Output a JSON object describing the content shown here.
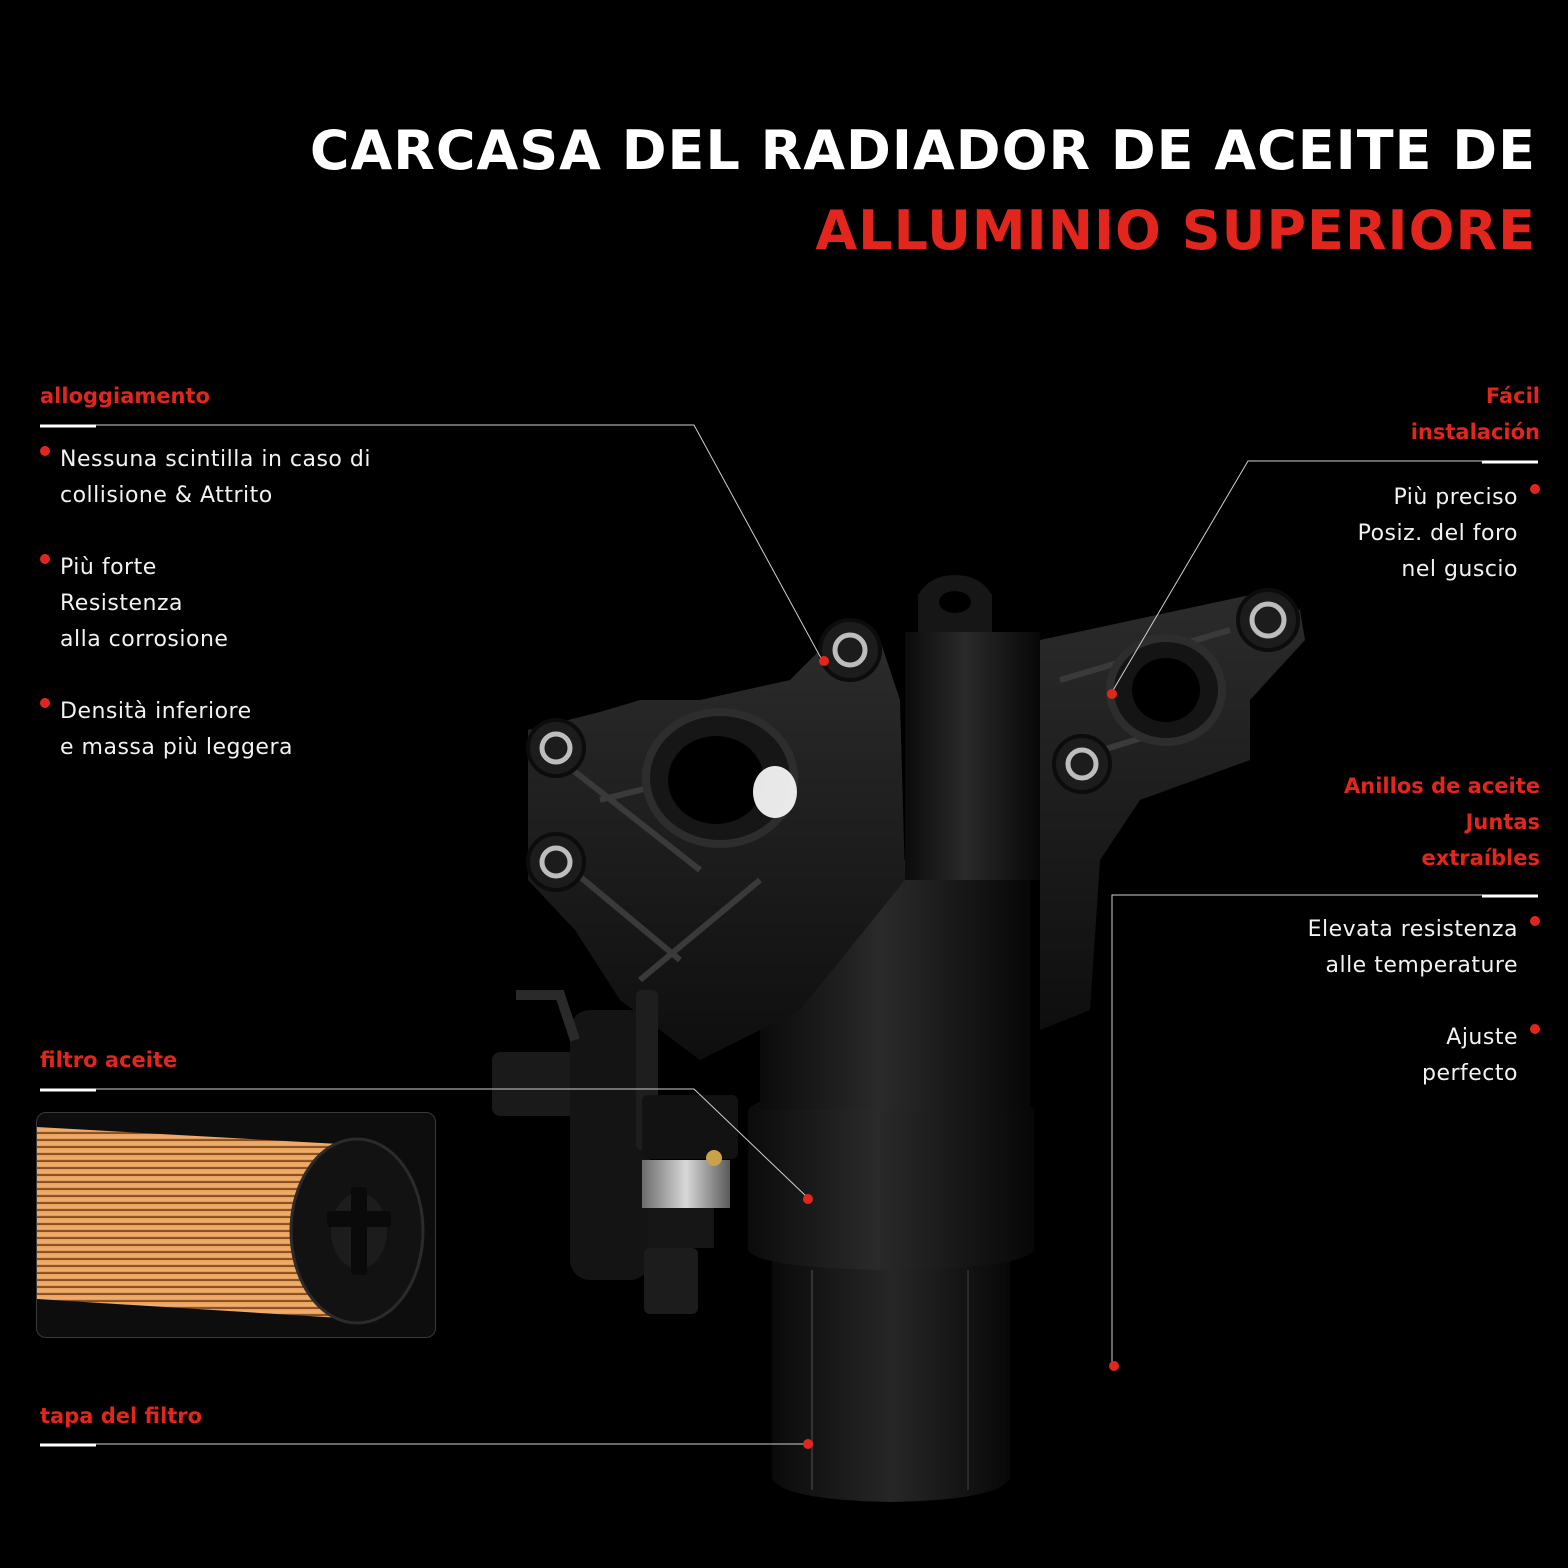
{
  "title": {
    "line1": "CARCASA DEL RADIADOR DE ACEITE DE",
    "line2": "ALLUMINIO SUPERIORE"
  },
  "colors": {
    "accent": "#e3261d",
    "background": "#000000",
    "text": "#ffffff"
  },
  "left_sections": {
    "housing": {
      "heading": "alloggiamento",
      "bullets": [
        {
          "lines": [
            "Nessuna scintilla in caso di",
            "collisione & Attrito"
          ]
        },
        {
          "lines": [
            "Più forte",
            "Resistenza",
            "alla corrosione"
          ]
        },
        {
          "lines": [
            "Densità inferiore",
            "e massa più leggera"
          ]
        }
      ]
    },
    "oil_filter": {
      "heading": "filtro aceite"
    },
    "filter_cap": {
      "heading": "tapa del filtro"
    }
  },
  "right_sections": {
    "installation": {
      "heading_lines": [
        "Fácil",
        "instalación"
      ],
      "bullets": [
        {
          "lines": [
            "Più preciso",
            "Posiz. del foro",
            "nel guscio"
          ]
        }
      ]
    },
    "oil_rings": {
      "heading_lines": [
        "Anillos de aceite",
        "Juntas",
        "extraíbles"
      ],
      "bullets": [
        {
          "lines": [
            "Elevata resistenza",
            "alle temperature"
          ]
        },
        {
          "lines": [
            "Ajuste",
            "perfecto"
          ]
        }
      ]
    }
  },
  "images": {
    "product": "oil-cooler-housing-illustration",
    "filter": "oil-filter-cartridge-illustration"
  }
}
